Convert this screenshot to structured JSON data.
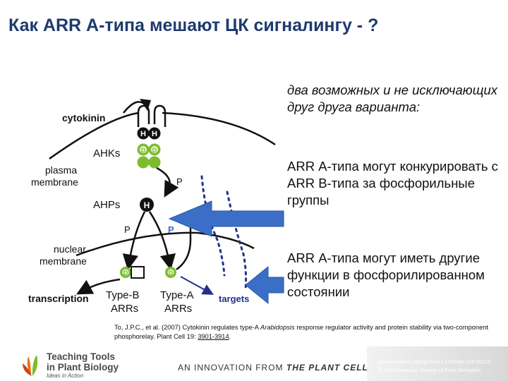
{
  "slide": {
    "title": "Как ARR А-типа мешают ЦК сигналингу - ?",
    "text_intro": "два возможных и не исключающих друг друга варианта:",
    "text_option1": "ARR А-типа могут конкурировать с ARR В-типа за фосфорильные группы",
    "text_option2": "ARR А-типа могут иметь другие функции в фосфорилированном состоянии"
  },
  "diagram": {
    "cytokinin": "cytokinin",
    "ahks": "AHKs",
    "plasma_membrane_1": "plasma",
    "plasma_membrane_2": "membrane",
    "ahps": "AHPs",
    "nuclear_membrane_1": "nuclear",
    "nuclear_membrane_2": "membrane",
    "transcription": "transcription",
    "type_b_1": "Type-B",
    "type_b_2": "ARRs",
    "type_a_1": "Type-A",
    "type_a_2": "ARRs",
    "targets": "targets",
    "phospho_label": "P",
    "histidine": "H",
    "aspartate": "D",
    "colors": {
      "green": "#7bbd2c",
      "blue_arrow": "#3b6fc7",
      "targets_blue": "#22308c",
      "title": "#1e3a6e"
    }
  },
  "citation": {
    "text_pre": "To, J.P.C., et al. (2007) Cytokinin regulates type-A ",
    "text_italic": "Arabidopsis",
    "text_post": " response regulator activity and protein stability via two-component phosphorelay. Plant Cell 19: ",
    "link": "3901-3914",
    "end": "."
  },
  "footer": {
    "brand_line1": "Teaching Tools",
    "brand_line2": "in Plant Biology",
    "brand_sub": "Ideas in Action",
    "innovation_pre": "AN INNOVATION FROM ",
    "innovation_cell": "THE PLANT CELL",
    "url": "www.plantcell.org/cgi/doi/10.1105/tpc.110.tt0110",
    "copyright": "© 2011 American Society of Plant Biologists"
  }
}
